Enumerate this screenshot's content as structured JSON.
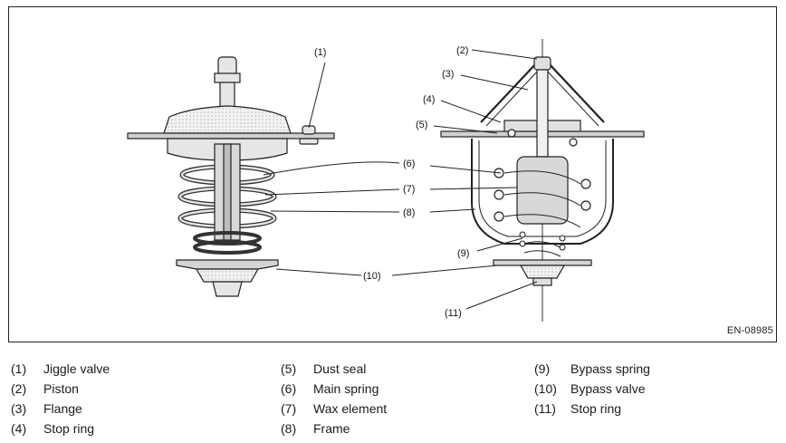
{
  "callouts": {
    "c1": "(1)",
    "c2": "(2)",
    "c3": "(3)",
    "c4": "(4)",
    "c5": "(5)",
    "c6": "(6)",
    "c7": "(7)",
    "c8": "(8)",
    "c9": "(9)",
    "c10": "(10)",
    "c11": "(11)"
  },
  "figure_code": "EN-08985",
  "legend": [
    [
      {
        "num": "(1)",
        "label": "Jiggle valve"
      },
      {
        "num": "(2)",
        "label": "Piston"
      },
      {
        "num": "(3)",
        "label": "Flange"
      },
      {
        "num": "(4)",
        "label": "Stop ring"
      }
    ],
    [
      {
        "num": "(5)",
        "label": "Dust seal"
      },
      {
        "num": "(6)",
        "label": "Main spring"
      },
      {
        "num": "(7)",
        "label": "Wax element"
      },
      {
        "num": "(8)",
        "label": "Frame"
      }
    ],
    [
      {
        "num": "(9)",
        "label": "Bypass spring"
      },
      {
        "num": "(10)",
        "label": "Bypass valve"
      },
      {
        "num": "(11)",
        "label": "Stop ring"
      }
    ]
  ]
}
